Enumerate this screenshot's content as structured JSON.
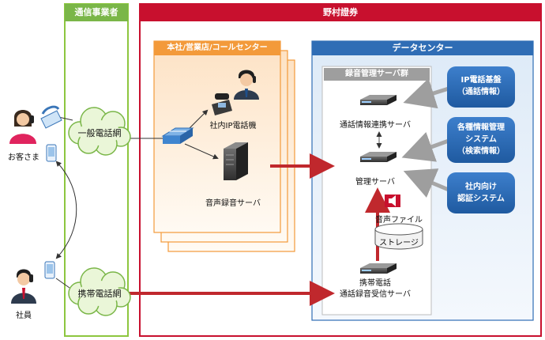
{
  "carrier": {
    "title": "通信事業者"
  },
  "nomura": {
    "title": "野村證券"
  },
  "branch": {
    "title": "本社/営業店/コールセンター",
    "ip_phone": "社内IP電話機",
    "recorder": "音声録音サーバ"
  },
  "datacenter": {
    "title": "データセンター",
    "group": {
      "title": "録音管理サーバ群",
      "link_server": "通話情報連携サーバ",
      "mgmt_server": "管理サーバ",
      "audio_file": "音声ファイル",
      "storage": "ストレージ",
      "mobile_server": "携帯電話\n通話録音受信サーバ"
    },
    "systems": [
      {
        "label": "IP電話基盤\n（通話情報）"
      },
      {
        "label": "各種情報管理\nシステム\n（検索情報）"
      },
      {
        "label": "社内向け\n認証システム"
      }
    ]
  },
  "actors": {
    "customer": "お客さま",
    "employee": "社員"
  },
  "networks": {
    "public": "一般電話網",
    "mobile": "携帯電話網"
  },
  "colors": {
    "carrier_border": "#8dc63f",
    "carrier_header": "#7ab648",
    "nomura_red": "#c8102e",
    "orange": "#f39a3a",
    "dc_blue": "#2f6db5",
    "system_blue": "#2b6cb5",
    "arrow_red": "#c0282d",
    "arrow_gray": "#a6a6a6"
  }
}
